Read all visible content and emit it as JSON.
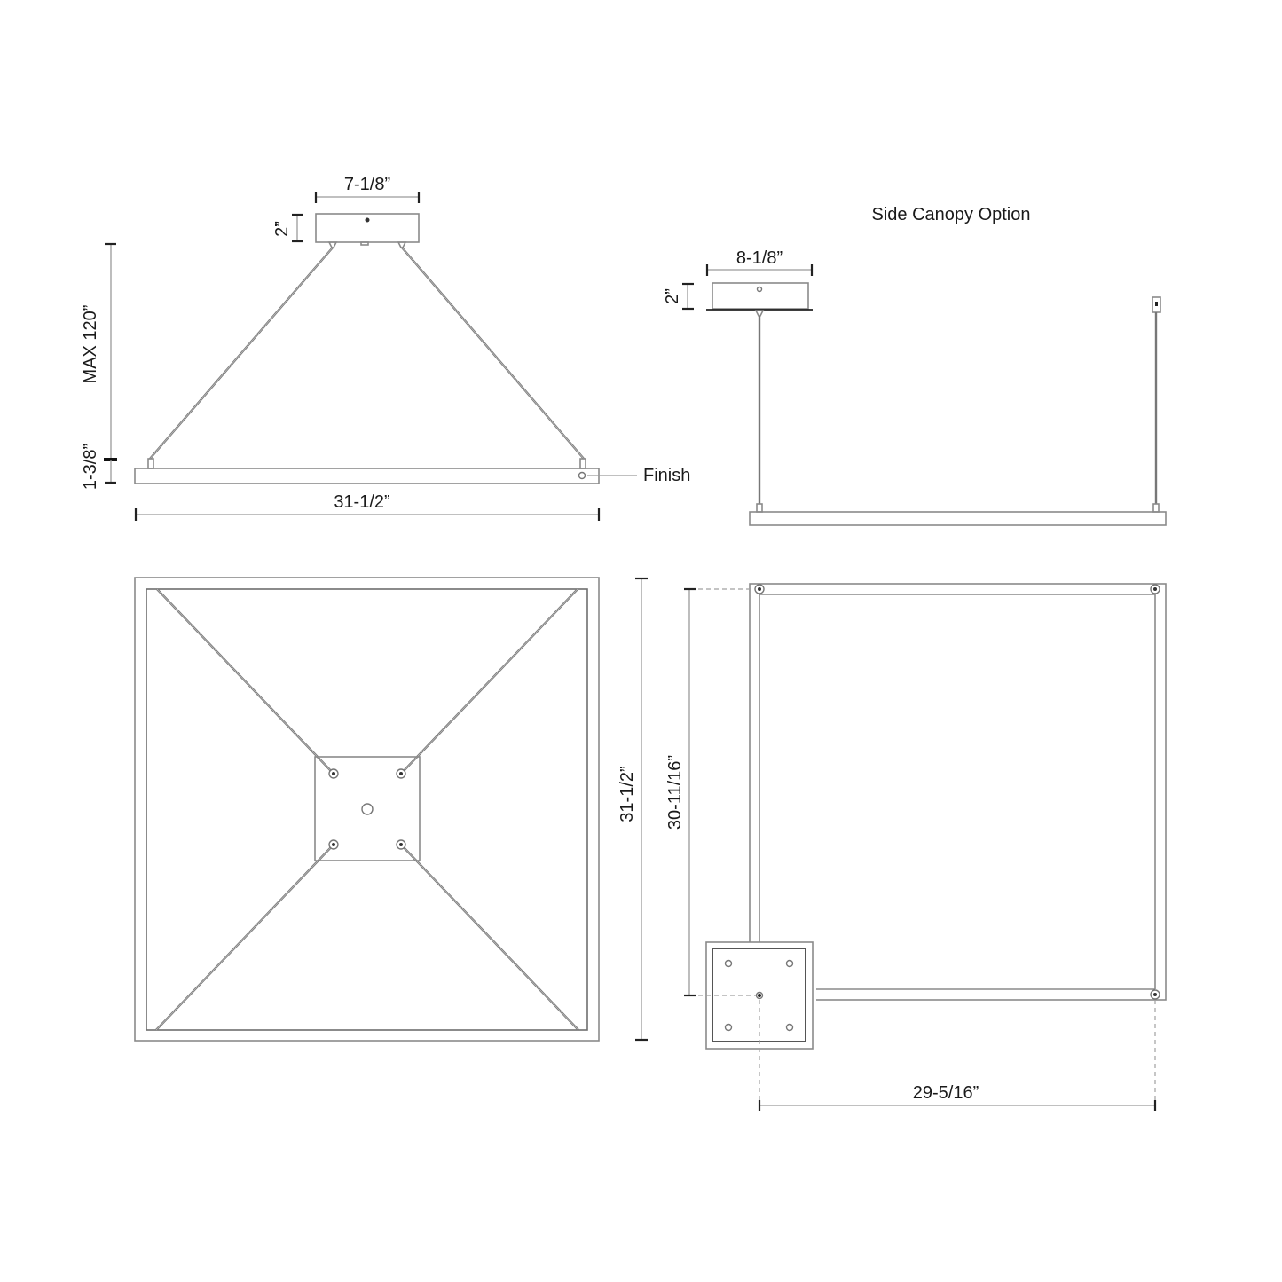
{
  "diagram": {
    "type": "technical-drawing",
    "subject": "square pendant light fixture",
    "views": {
      "front_elevation": {
        "canopy_width": "7-1/8”",
        "canopy_height": "2”",
        "max_drop": "MAX 120”",
        "frame_height": "1-3/8”",
        "overall_width": "31-1/2”",
        "finish_label": "Finish"
      },
      "side_canopy_elevation": {
        "title": "Side Canopy Option",
        "canopy_width": "8-1/8”",
        "canopy_height": "2”"
      },
      "plan_view": {
        "overall_depth": "31-1/2”"
      },
      "side_canopy_plan": {
        "depth": "30-11/16”",
        "width": "29-5/16”"
      }
    },
    "colors": {
      "line": "#8a8a8a",
      "text": "#1a1a1a",
      "background": "#ffffff"
    }
  }
}
